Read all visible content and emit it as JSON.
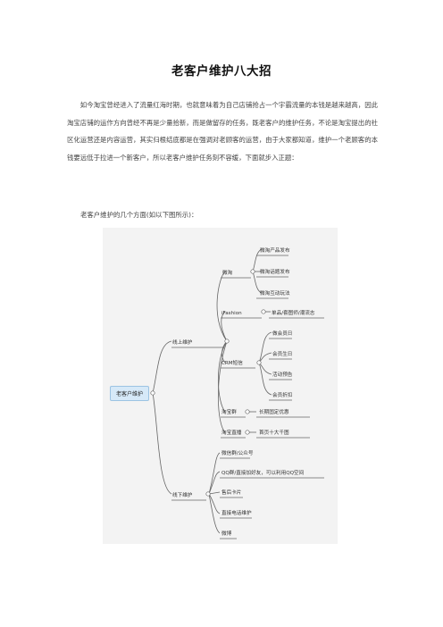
{
  "document": {
    "title": "老客户维护八大招",
    "paragraph": "如今淘宝曾经进入了流量红海时期，也就意味着为自己店铺抢占一个宇霸流量的本钱是越来越高，因此淘宝店铺的运作方向曾经不再是少量拾新，而是做留存的任务，既老客户的维护任务，不论是淘宝提出的社区化运营还是内容运营，其实归根结底都是在强调对老顾客的运营，由于大家都知道，维护一个老顾客的本钱要远低于拉进一个新客户，所以老客户维护任务刻不容缓，下面就步入正题：",
    "intro": "老客户维护的几个方面(如以下图所示)："
  },
  "mindmap": {
    "root": "老客户维护",
    "online": {
      "label": "线上维护",
      "weitao": {
        "label": "微淘",
        "children": [
          "微淘产品发布",
          "微淘话题发布",
          "微淘互动玩法"
        ]
      },
      "ifashion": {
        "label": "iFashion",
        "children": [
          "单品/套图师/潮流志"
        ]
      },
      "crm": {
        "label": "CRM短信",
        "children": [
          "做会员日",
          "会员生日",
          "活动预告",
          "会员折扣"
        ]
      },
      "taoqun": {
        "label": "淘宝群",
        "children": [
          "长期固定优惠"
        ]
      },
      "zhibo": {
        "label": "淘宝直播",
        "children": [
          "首页十大千图"
        ]
      }
    },
    "offline": {
      "label": "线下维护",
      "children": [
        "微信群/公众号",
        "QQ群/直接加好友，可以利用QQ空间",
        "售后卡片",
        "直接电话维护",
        "微博"
      ]
    }
  }
}
